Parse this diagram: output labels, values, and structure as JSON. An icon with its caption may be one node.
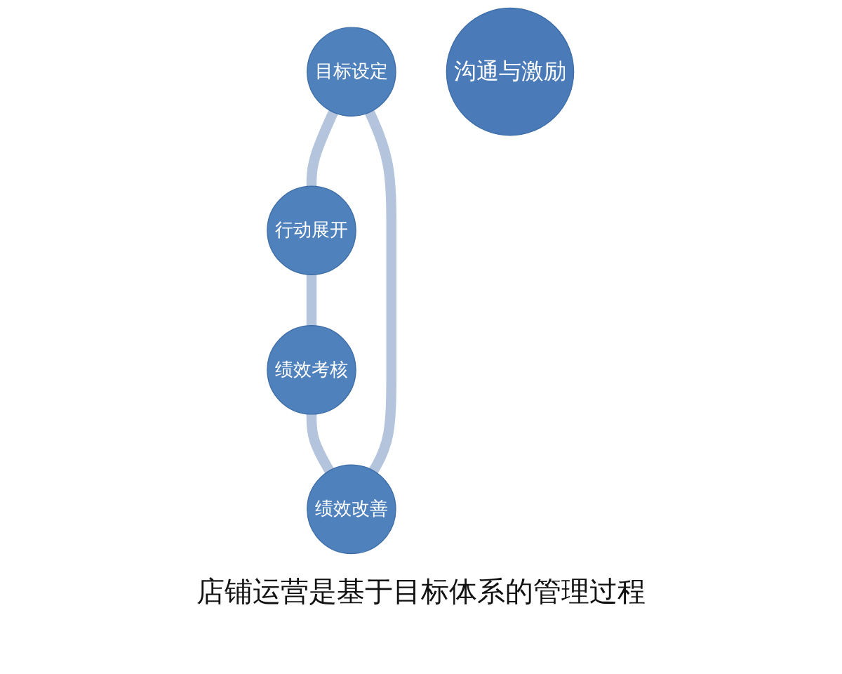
{
  "diagram": {
    "caption": "店铺运营是基于目标体系的管理过程",
    "nodes": [
      {
        "text": [
          "目标设定"
        ]
      },
      {
        "text": [
          "绩效改善"
        ]
      },
      {
        "text": [
          "沟通与激励"
        ]
      },
      {
        "text": [
          "行动展开"
        ]
      },
      {
        "text": [
          "绩效考核"
        ]
      }
    ],
    "edges": [
      {
        "from": 0,
        "to": 3,
        "arrow": "none"
      },
      {
        "from": 3,
        "to": 4,
        "arrow": "none"
      },
      {
        "from": 4,
        "to": 1,
        "arrow": "none"
      },
      {
        "from": 1,
        "to": 0,
        "arrow": "none"
      }
    ]
  }
}
